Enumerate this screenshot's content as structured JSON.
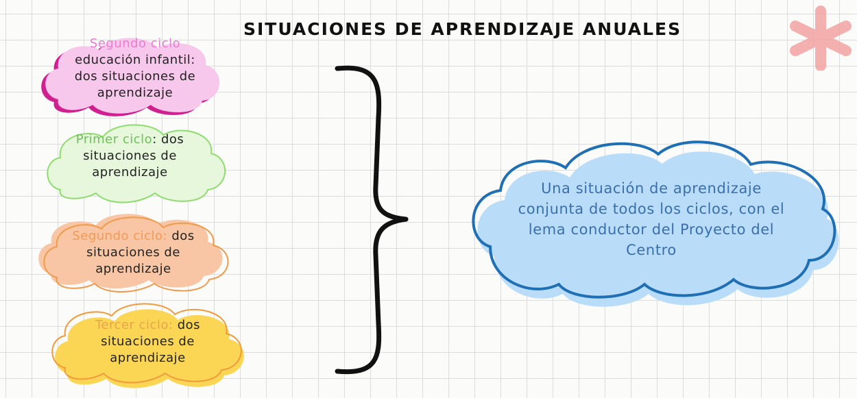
{
  "title": "SITUACIONES DE APRENDIZAJE ANUALES",
  "clouds": [
    {
      "highlight": "Segundo ciclo",
      "rest": "educación infantil: dos situaciones de aprendizaje",
      "fill": "#f8c8ec",
      "stroke": "#d0208f",
      "highlight_color": "#e87cd0"
    },
    {
      "highlight": "Primer ciclo",
      "rest": ": dos situaciones de aprendizaje",
      "fill": "#e6f7dc",
      "stroke": "#8fdc6e",
      "highlight_color": "#6fbf5a"
    },
    {
      "highlight": "Segundo ciclo:",
      "rest": " dos situaciones de aprendizaje",
      "fill": "#f8c6a4",
      "stroke": "#f09a4c",
      "highlight_color": "#f39a55"
    },
    {
      "highlight": "Tercer ciclo:",
      "rest": " dos situaciones de aprendizaje",
      "fill": "#fbd655",
      "stroke": "#f29a3a",
      "highlight_color": "#e8a44a"
    }
  ],
  "main_cloud": {
    "text": "Una situación de aprendizaje conjunta de todos los ciclos, con el lema conductor del Proyecto del Centro",
    "fill": "#b9dcf8",
    "stroke": "#1f6fb5"
  }
}
